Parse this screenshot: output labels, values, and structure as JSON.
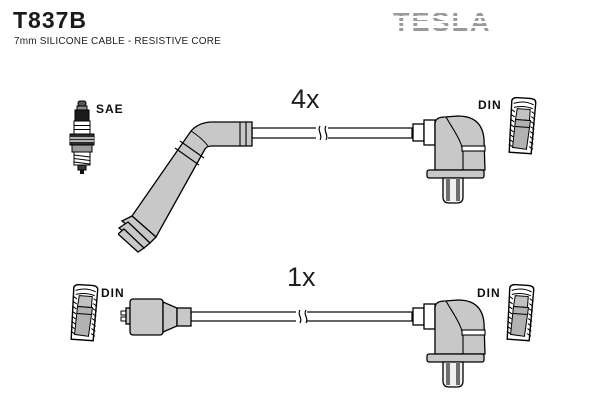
{
  "header": {
    "part_number": "T837B",
    "subtitle": "7mm SILICONE CABLE - RESISTIVE CORE",
    "brand_logo": "TESLA"
  },
  "diagram": {
    "items": [
      {
        "quantity": "4x",
        "left_label": "SAE",
        "left_icon": "spark-plug-icon",
        "right_label": "DIN",
        "right_icon": "din-connector-icon"
      },
      {
        "quantity": "1x",
        "left_label": "DIN",
        "left_icon": "din-connector-icon",
        "right_label": "DIN",
        "right_icon": "din-connector-icon"
      }
    ]
  },
  "colors": {
    "background": "#ffffff",
    "line": "#000000",
    "boot_fill": "#c8c8c8",
    "socket_fill": "#b2b2b2",
    "brand_gray": "#9a9a9a",
    "text": "#111111"
  }
}
